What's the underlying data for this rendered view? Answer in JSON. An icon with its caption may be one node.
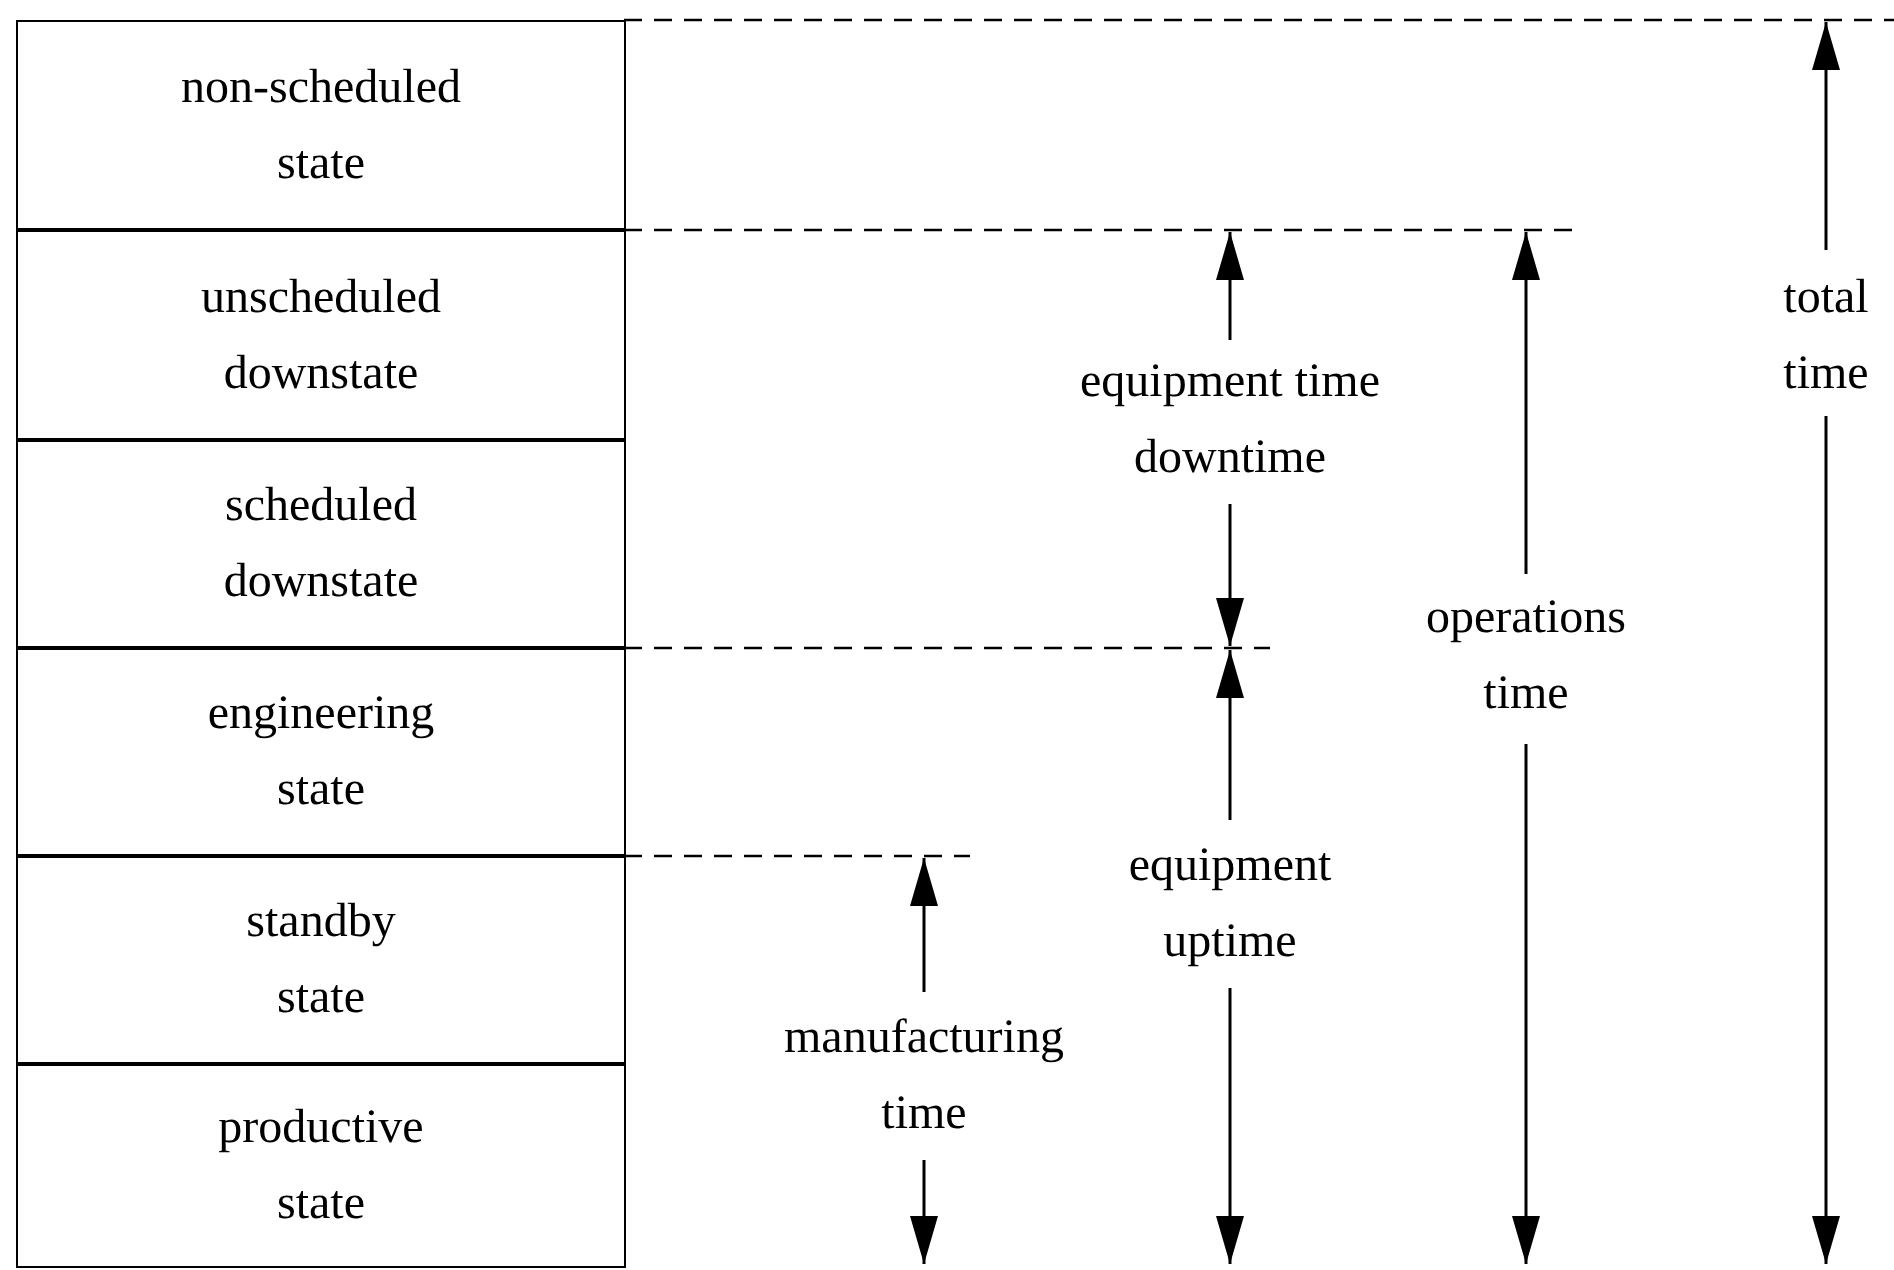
{
  "diagram": {
    "nodes": [
      {
        "text": [
          "non-scheduled state"
        ]
      },
      {
        "text": [
          "unscheduled downstate"
        ]
      },
      {
        "text": [
          "scheduled downstate"
        ]
      },
      {
        "text": [
          "engineering state"
        ]
      },
      {
        "text": [
          "standby state"
        ]
      },
      {
        "text": [
          "productive state"
        ]
      }
    ],
    "labels": [
      "total time",
      "equipment time downtime",
      "operations time",
      "equipment uptime",
      "manufacturing time"
    ]
  }
}
